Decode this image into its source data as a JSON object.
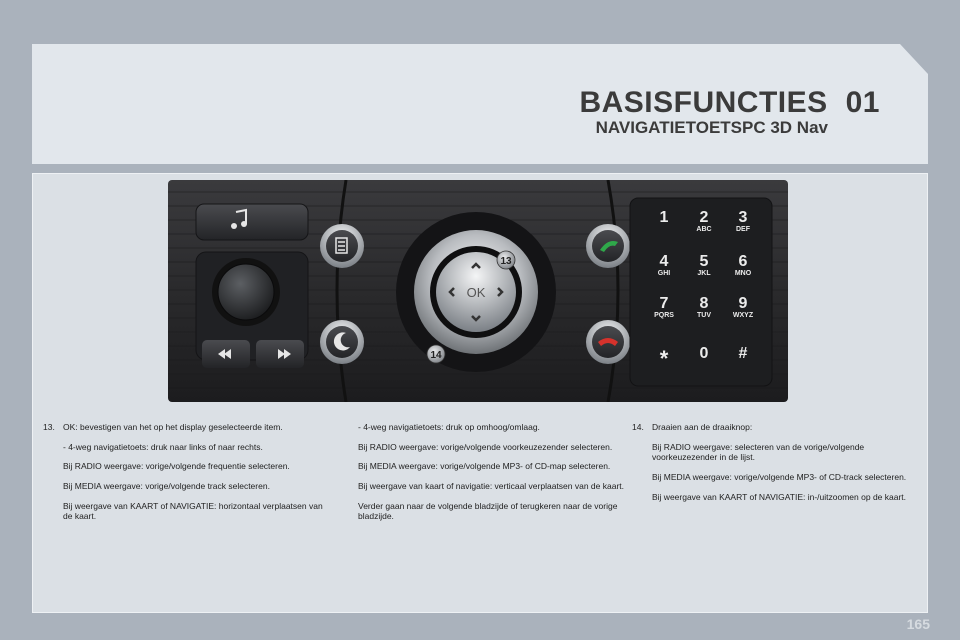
{
  "header": {
    "title": "BASISFUNCTIES",
    "chapter": "01",
    "subtitle": "NAVIGATIETOETSPC 3D Nav"
  },
  "device": {
    "ok_label": "OK",
    "callout_13": "13",
    "callout_14": "14",
    "keys": [
      {
        "digit": "1",
        "letters": ""
      },
      {
        "digit": "2",
        "letters": "ABC"
      },
      {
        "digit": "3",
        "letters": "DEF"
      },
      {
        "digit": "4",
        "letters": "GHI"
      },
      {
        "digit": "5",
        "letters": "JKL"
      },
      {
        "digit": "6",
        "letters": "MNO"
      },
      {
        "digit": "7",
        "letters": "PQRS"
      },
      {
        "digit": "8",
        "letters": "TUV"
      },
      {
        "digit": "9",
        "letters": "WXYZ"
      },
      {
        "digit": "*",
        "letters": ""
      },
      {
        "digit": "0",
        "letters": ""
      },
      {
        "digit": "#",
        "letters": ""
      }
    ],
    "icons": [
      "music-note-icon",
      "list-icon",
      "moon-icon",
      "rewind-icon",
      "fast-forward-icon",
      "phone-pickup-icon",
      "phone-hangup-icon"
    ],
    "accent_green": "#2fa84a",
    "accent_red": "#d6322c"
  },
  "col1": {
    "number": "13.",
    "p1": "OK: bevestigen van het op het display geselecteerde item.",
    "p2": "- 4-weg navigatietoets: druk naar links of naar rechts.",
    "p3": "Bij RADIO weergave: vorige/volgende frequentie selecteren.",
    "p4": "Bij MEDIA weergave: vorige/volgende track selecteren.",
    "p5": "Bij weergave van KAART of NAVIGATIE: horizontaal verplaatsen van de kaart."
  },
  "col2": {
    "p1": "- 4-weg navigatietoets: druk op omhoog/omlaag.",
    "p2": "Bij RADIO weergave: vorige/volgende voorkeuzezender selecteren.",
    "p3": "Bij MEDIA weergave: vorige/volgende MP3- of CD-map selecteren.",
    "p4": "Bij weergave van kaart of navigatie: verticaal verplaatsen van de kaart.",
    "p5": "Verder gaan naar de volgende bladzijde of terugkeren naar de vorige bladzijde."
  },
  "col3": {
    "number": "14.",
    "p1": "Draaien aan de draaiknop:",
    "p2": "Bij RADIO weergave: selecteren van de vorige/volgende voorkeuzezender in de lijst.",
    "p3": "Bij MEDIA weergave: vorige/volgende MP3- of CD-track selecteren.",
    "p4": "Bij weergave van KAART of NAVIGATIE: in-/uitzoomen op de kaart."
  },
  "footer": {
    "page_number": "165"
  }
}
